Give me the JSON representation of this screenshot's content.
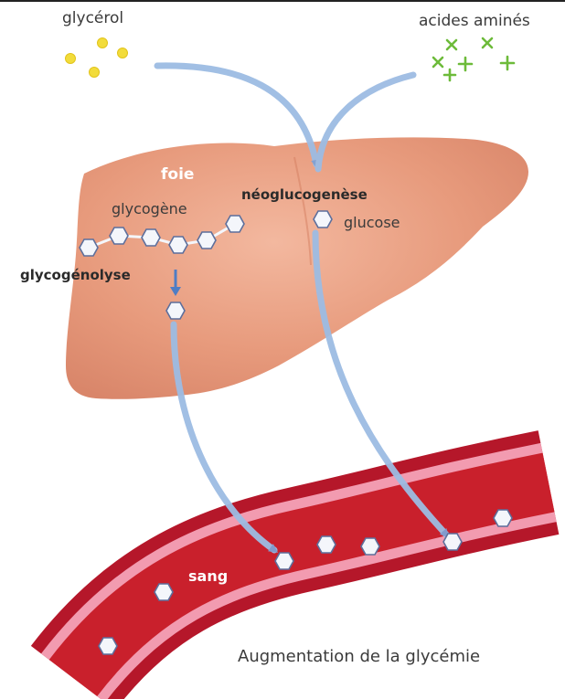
{
  "labels": {
    "glycerol": "glycérol",
    "amino_acids": "acides aminés",
    "liver": "foie",
    "glycogen": "glycogène",
    "gluconeogenesis": "néoglucogenèse",
    "glucose": "glucose",
    "glycogenolysis": "glycogénolyse",
    "blood": "sang",
    "caption": "Augmentation de la glycémie"
  },
  "colors": {
    "liver": "#e9a184",
    "vessel_outer": "#b5172a",
    "vessel_wall": "#f29bb0",
    "vessel_inner": "#c9202c",
    "arrow": "#9dbce3",
    "glycerol_dot": "#f2dc3b",
    "amino_cross": "#6dbb3a",
    "glucose_hex": "#f4f6fb"
  },
  "icons": {
    "glucose": "glucose-hexagon-icon",
    "glycerol": "glycerol-dot-icon",
    "amino_acid": "amino-acid-cross-icon"
  }
}
